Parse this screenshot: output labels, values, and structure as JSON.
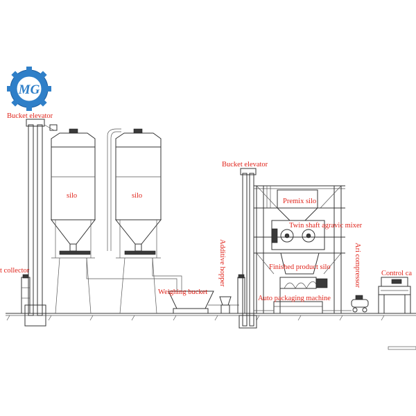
{
  "logo": {
    "text": "MG",
    "gear_color": "#2f7fc8"
  },
  "labels": {
    "bucket_elevator_left": "Bucket elevator",
    "silo_1": "silo",
    "silo_2": "silo",
    "dust_collector": "t collector",
    "weighing_bucket": "Weighing bucket",
    "additive_hopper": "Additive hopper",
    "bucket_elevator_right": "Bucket elevator",
    "premix_silo": "Premix silo",
    "mixer": "Twin shaft agravic mixer",
    "finished_silo": "Finished product silo",
    "packaging": "Auto packaging machine",
    "compressor": "Ari compressor",
    "control_cabinet": "Control ca"
  },
  "colors": {
    "label": "#e0241b",
    "line": "#333333"
  }
}
